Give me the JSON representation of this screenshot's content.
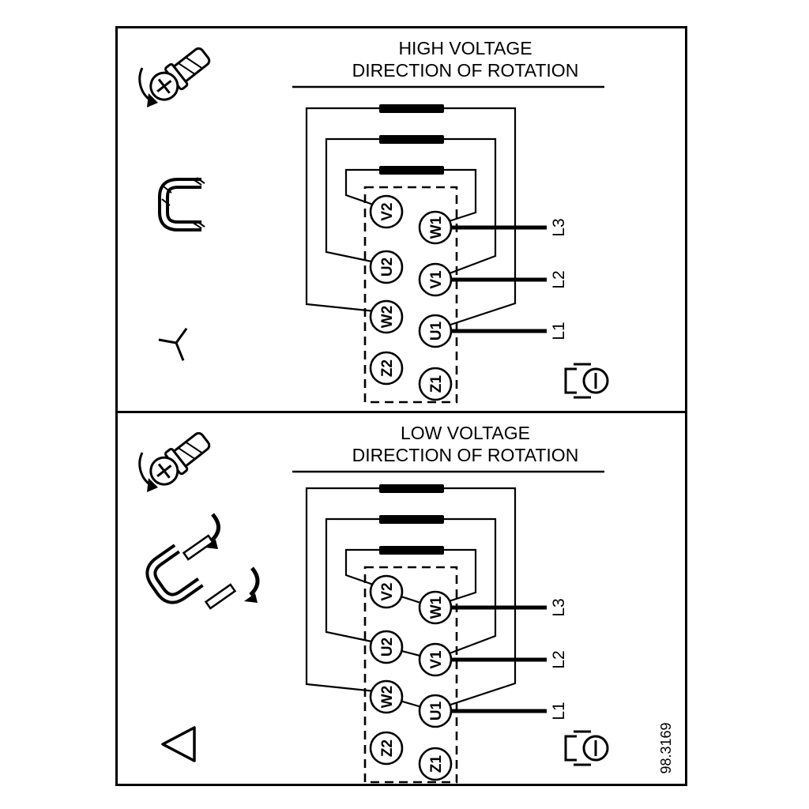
{
  "figure": {
    "number": "98.3169"
  },
  "panels": [
    {
      "title_line1": "HIGH VOLTAGE",
      "title_line2": "DIRECTION OF ROTATION",
      "connection": "star",
      "terminals": {
        "left": [
          "V2",
          "U2",
          "W2",
          "Z2"
        ],
        "right": [
          "W1",
          "V1",
          "U1",
          "Z1"
        ]
      },
      "supply_lines": [
        "L3",
        "L2",
        "L1"
      ]
    },
    {
      "title_line1": "LOW VOLTAGE",
      "title_line2": "DIRECTION OF ROTATION",
      "connection": "delta",
      "terminals": {
        "left": [
          "V2",
          "U2",
          "W2",
          "Z2"
        ],
        "right": [
          "W1",
          "V1",
          "U1",
          "Z1"
        ]
      },
      "supply_lines": [
        "L3",
        "L2",
        "L1"
      ]
    }
  ],
  "icons": {
    "screw_rotation": "screw-with-rotation-arrow",
    "link_bracket": "terminal-link-bracket",
    "link_insertion": "terminal-link-insertion",
    "star": "star-connection-symbol",
    "delta": "delta-connection-symbol",
    "terminal_screw": "terminal-screw"
  }
}
